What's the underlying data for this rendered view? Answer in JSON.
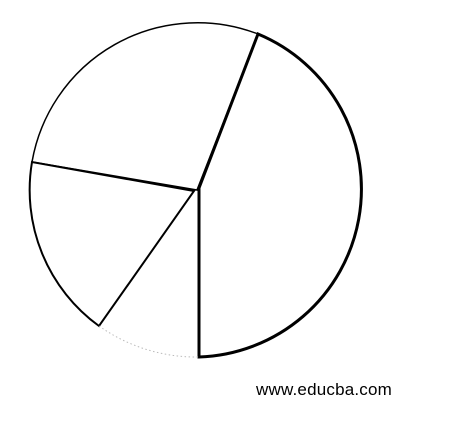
{
  "watermark": {
    "text": "www.educba.com"
  },
  "diagram": {
    "shape": "pie outline",
    "stroke_color": "#000000",
    "segments": [
      {
        "id": "right-segment",
        "fill": "none"
      },
      {
        "id": "top-left-segment",
        "fill": "none"
      },
      {
        "id": "lower-left-segment",
        "fill": "none"
      },
      {
        "id": "bottom-gap-segment",
        "fill": "none"
      }
    ]
  }
}
